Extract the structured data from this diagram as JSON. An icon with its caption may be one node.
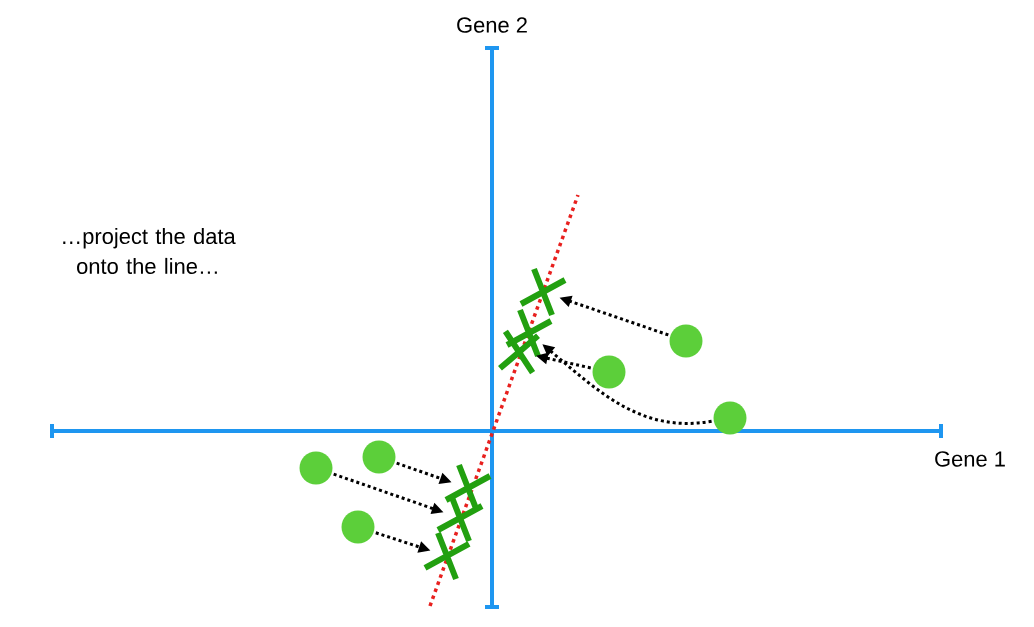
{
  "diagram": {
    "nodes": [
      {
        "text": [],
        "shape": "circle"
      },
      {
        "text": [],
        "shape": "circle"
      },
      {
        "text": [],
        "shape": "circle"
      },
      {
        "text": [],
        "shape": "circle"
      },
      {
        "text": [],
        "shape": "circle"
      },
      {
        "text": [],
        "shape": "circle"
      },
      {
        "text": [],
        "shape": "cross"
      },
      {
        "text": [],
        "shape": "cross"
      },
      {
        "text": [],
        "shape": "cross"
      },
      {
        "text": [],
        "shape": "cross"
      },
      {
        "text": [],
        "shape": "cross"
      },
      {
        "text": [],
        "shape": "cross"
      }
    ],
    "edges": [
      {
        "from": 0,
        "to": 10,
        "arrow": "to"
      },
      {
        "from": 1,
        "to": 11,
        "arrow": "to"
      },
      {
        "from": 2,
        "to": 9,
        "arrow": "to"
      },
      {
        "from": 3,
        "to": 8,
        "arrow": "to"
      },
      {
        "from": 4,
        "to": 6,
        "arrow": "to"
      },
      {
        "from": 5,
        "to": 7,
        "arrow": "to"
      }
    ],
    "labels": [
      "Gene 2",
      "…project the data onto the line…",
      "Gene 1"
    ]
  }
}
